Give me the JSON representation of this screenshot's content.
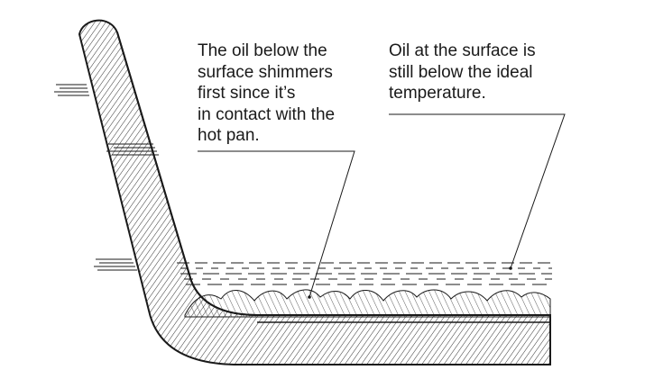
{
  "annotations": {
    "left_lines": [
      "The oil below the",
      "surface shimmers",
      "first since it’s",
      "in contact with the",
      "hot pan."
    ],
    "right_lines": [
      "Oil at the surface is",
      "still below the ideal",
      "temperature."
    ]
  },
  "colors": {
    "ink": "#1a1a1a",
    "background": "#ffffff"
  }
}
